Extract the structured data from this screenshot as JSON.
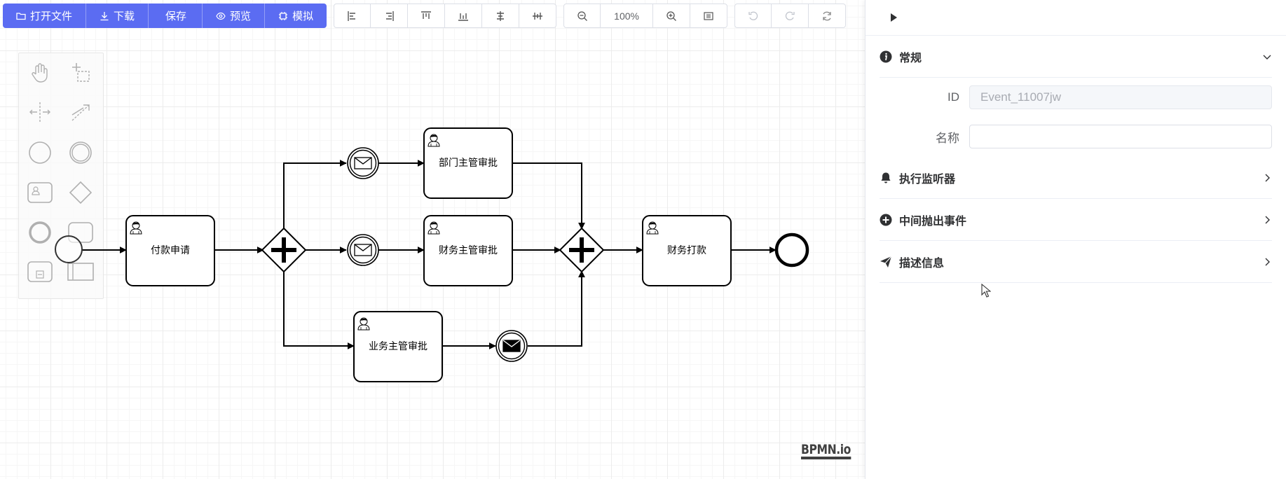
{
  "toolbar": {
    "open_file": "打开文件",
    "download": "下载",
    "save": "保存",
    "preview": "预览",
    "simulate": "模拟",
    "zoom_level": "100%"
  },
  "diagram": {
    "tasks": {
      "payment_request": "付款申请",
      "dept_manager_approval": "部门主管审批",
      "finance_manager_approval": "财务主管审批",
      "business_manager_approval": "业务主管审批",
      "finance_payment": "财务打款"
    },
    "logo": "BPMN.io"
  },
  "panel": {
    "sections": {
      "general": "常规",
      "execution_listener": "执行监听器",
      "intermediate_throw_event": "中间抛出事件",
      "description": "描述信息"
    },
    "fields": {
      "id_label": "ID",
      "id_value": "Event_11007jw",
      "name_label": "名称",
      "name_value": ""
    }
  },
  "colors": {
    "primary": "#5b6cf2",
    "grid": "#ececec",
    "text": "#303133"
  }
}
